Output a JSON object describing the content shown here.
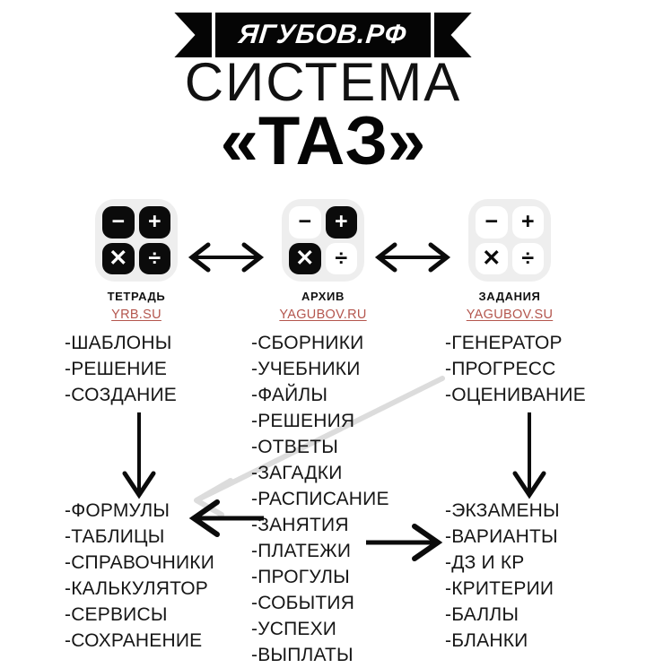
{
  "header": {
    "ribbon_text": "ЯГУБОВ.РФ",
    "title_line1": "СИСТЕМА",
    "title_line2": "«ТАЗ»"
  },
  "colors": {
    "ink": "#0b0b0b",
    "link": "#b4564e",
    "key_light": "#ffffff",
    "key_dark": "#0b0b0b",
    "calc_body": "#eeeeee",
    "grey_arrow": "#dcdcdc"
  },
  "icons": [
    {
      "label": "ТЕТРАДЬ",
      "link": "YRB.SU",
      "keys": [
        {
          "glyph": "−",
          "name": "minus-key",
          "style": "dark"
        },
        {
          "glyph": "+",
          "name": "plus-key",
          "style": "dark"
        },
        {
          "glyph": "✕",
          "name": "multiply-key",
          "style": "dark"
        },
        {
          "glyph": "÷",
          "name": "divide-key",
          "style": "dark"
        }
      ]
    },
    {
      "label": "АРХИВ",
      "link": "YAGUBOV.RU",
      "keys": [
        {
          "glyph": "−",
          "name": "minus-key",
          "style": "light"
        },
        {
          "glyph": "+",
          "name": "plus-key",
          "style": "dark"
        },
        {
          "glyph": "✕",
          "name": "multiply-key",
          "style": "dark"
        },
        {
          "glyph": "÷",
          "name": "divide-key",
          "style": "light"
        }
      ]
    },
    {
      "label": "ЗАДАНИЯ",
      "link": "YAGUBOV.SU",
      "keys": [
        {
          "glyph": "−",
          "name": "minus-key",
          "style": "light"
        },
        {
          "glyph": "+",
          "name": "plus-key",
          "style": "light"
        },
        {
          "glyph": "✕",
          "name": "multiply-key",
          "style": "light"
        },
        {
          "glyph": "÷",
          "name": "divide-key",
          "style": "light"
        }
      ]
    }
  ],
  "arrows": {
    "between_icons": [
      "↔",
      "↔"
    ],
    "down_left": "↓",
    "down_right": "↓",
    "list_to_left": "←",
    "list_to_right": "→",
    "diagonal_grey": "↙"
  },
  "columns": {
    "left": {
      "top_items": [
        "-ШАБЛОНЫ",
        "-РЕШЕНИЕ",
        "-СОЗДАНИЕ"
      ],
      "bottom_items": [
        "-ФОРМУЛЫ",
        "-ТАБЛИЦЫ",
        "-СПРАВОЧНИКИ",
        "-КАЛЬКУЛЯТОР",
        "-СЕРВИСЫ",
        "-СОХРАНЕНИЕ"
      ]
    },
    "middle": {
      "top_items": [
        "-СБОРНИКИ",
        "-УЧЕБНИКИ",
        "-ФАЙЛЫ",
        "-РЕШЕНИЯ",
        "-ОТВЕТЫ",
        "-ЗАГАДКИ",
        "-РАСПИСАНИЕ",
        "-ЗАНЯТИЯ",
        "-ПЛАТЕЖИ",
        "-ПРОГУЛЫ",
        "-СОБЫТИЯ",
        "-УСПЕХИ",
        "-ВЫПЛАТЫ"
      ]
    },
    "right": {
      "top_items": [
        "-ГЕНЕРАТОР",
        "-ПРОГРЕСС",
        "-ОЦЕНИВАНИЕ"
      ],
      "bottom_items": [
        "-ЭКЗАМЕНЫ",
        "-ВАРИАНТЫ",
        "-ДЗ И КР",
        "-КРИТЕРИИ",
        "-БАЛЛЫ",
        "-БЛАНКИ"
      ]
    }
  }
}
